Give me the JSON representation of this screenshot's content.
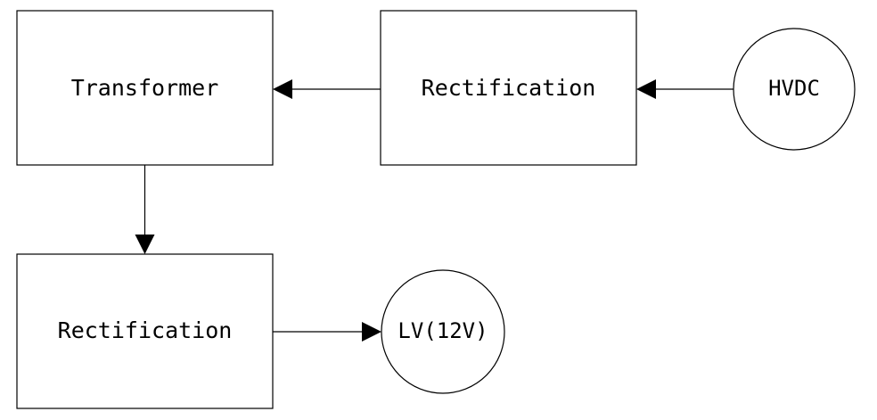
{
  "diagram": {
    "nodes": {
      "transformer": "Transformer",
      "rectification_top": "Rectification",
      "hvdc": "HVDC",
      "rectification_bottom": "Rectification",
      "lv": "LV(12V)"
    },
    "colors": {
      "stroke": "#000000",
      "fill": "#ffffff"
    }
  }
}
